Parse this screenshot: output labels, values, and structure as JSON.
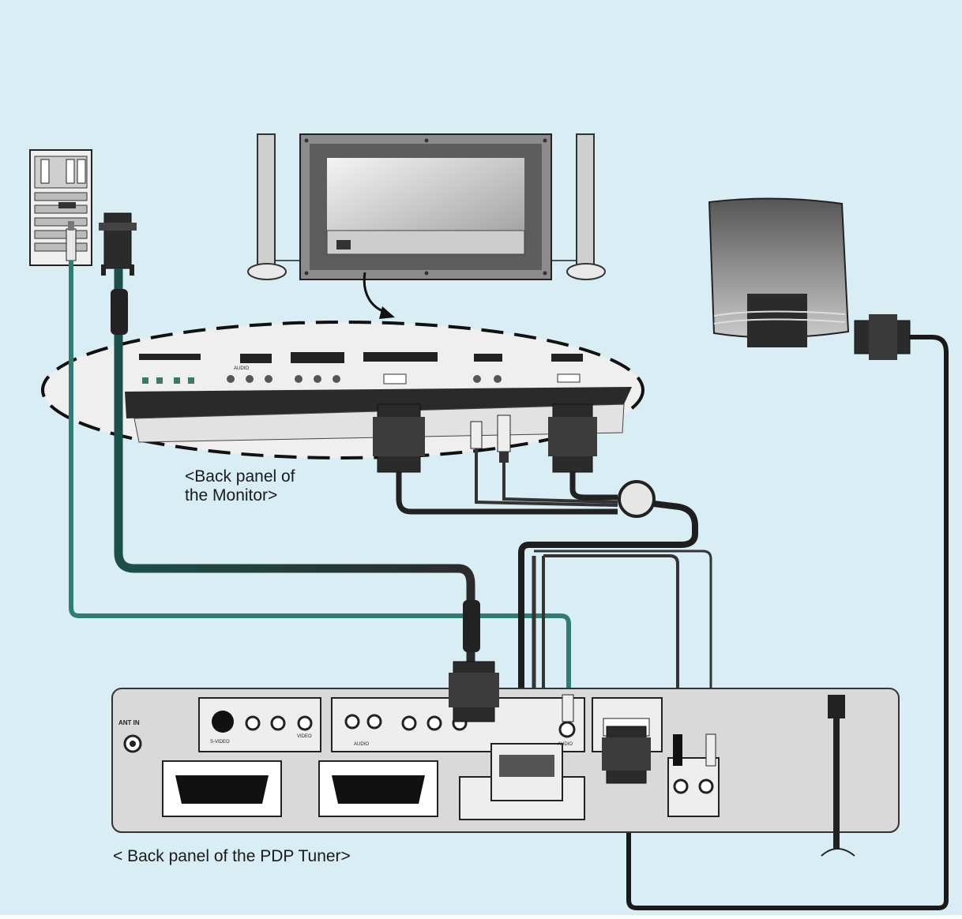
{
  "captions": {
    "monitor_back_panel": [
      "<Back panel of",
      "the Monitor>"
    ],
    "tuner_back_panel": "< Back panel of the PDP Tuner>"
  },
  "tuner_labels": {
    "ant_in": "ANT IN",
    "s_video": "S-VIDEO",
    "video": "VIDEO",
    "audio": "AUDIO"
  },
  "monitor_labels": {
    "audio": "AUDIO"
  },
  "colors": {
    "background": "#d8eef4",
    "panel": "#d9d9d9",
    "panel_outline": "#333333",
    "cable_dark": "#1a1a1a",
    "cable_teal": "#2f7d74"
  }
}
